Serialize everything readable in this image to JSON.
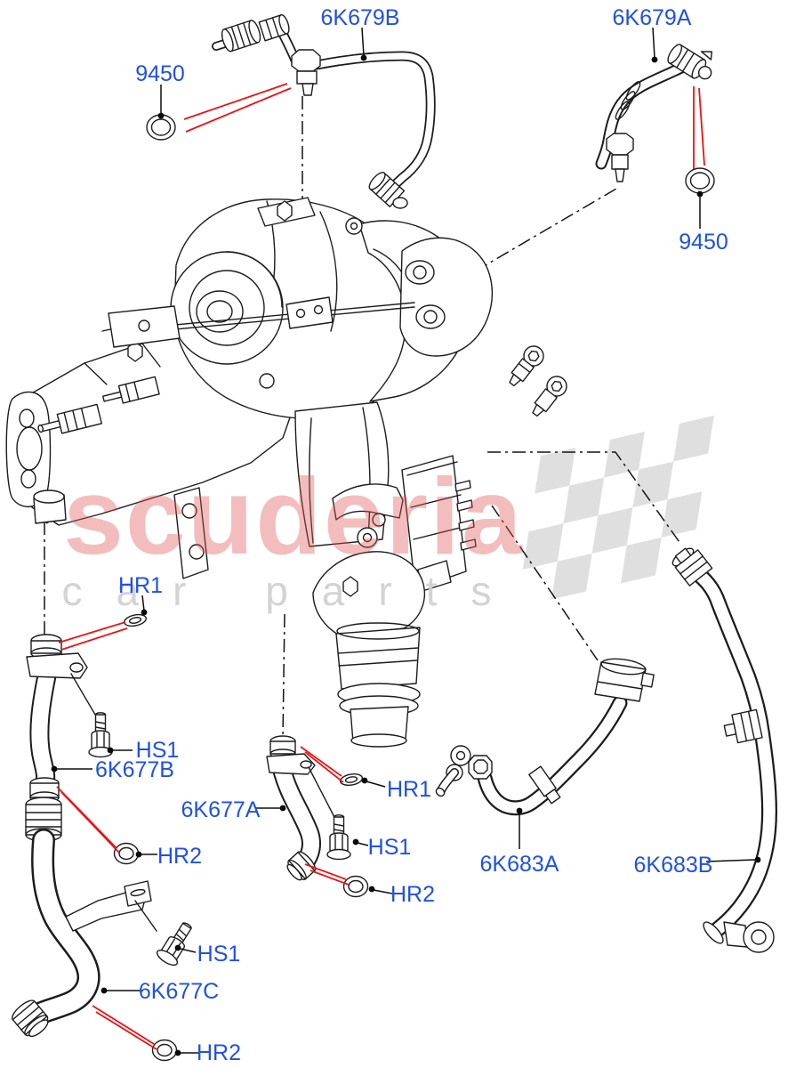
{
  "watermark": {
    "brand": "scuderia",
    "tagline": "car parts"
  },
  "colors": {
    "callout_blue": "#2050e8",
    "leader_red": "#ee1111",
    "line_dark": "#1c1c1c",
    "watermark_pink": "#e05555",
    "watermark_gray": "#cfcfcf",
    "checker_gray": "#d7d7d7"
  },
  "callouts": [
    {
      "id": "9450-top-left",
      "text": "9450"
    },
    {
      "id": "6K679B",
      "text": "6K679B"
    },
    {
      "id": "6K679A",
      "text": "6K679A"
    },
    {
      "id": "9450-right",
      "text": "9450"
    },
    {
      "id": "HR1-left",
      "text": "HR1"
    },
    {
      "id": "HS1-left",
      "text": "HS1"
    },
    {
      "id": "6K677B",
      "text": "6K677B"
    },
    {
      "id": "HR2-left",
      "text": "HR2"
    },
    {
      "id": "6K677A",
      "text": "6K677A"
    },
    {
      "id": "HR1-center",
      "text": "HR1"
    },
    {
      "id": "HS1-center",
      "text": "HS1"
    },
    {
      "id": "HR2-center",
      "text": "HR2"
    },
    {
      "id": "6K683A",
      "text": "6K683A"
    },
    {
      "id": "6K683B",
      "text": "6K683B"
    },
    {
      "id": "HS1-bottom",
      "text": "HS1"
    },
    {
      "id": "6K677C",
      "text": "6K677C"
    },
    {
      "id": "HR2-bottom",
      "text": "HR2"
    }
  ]
}
